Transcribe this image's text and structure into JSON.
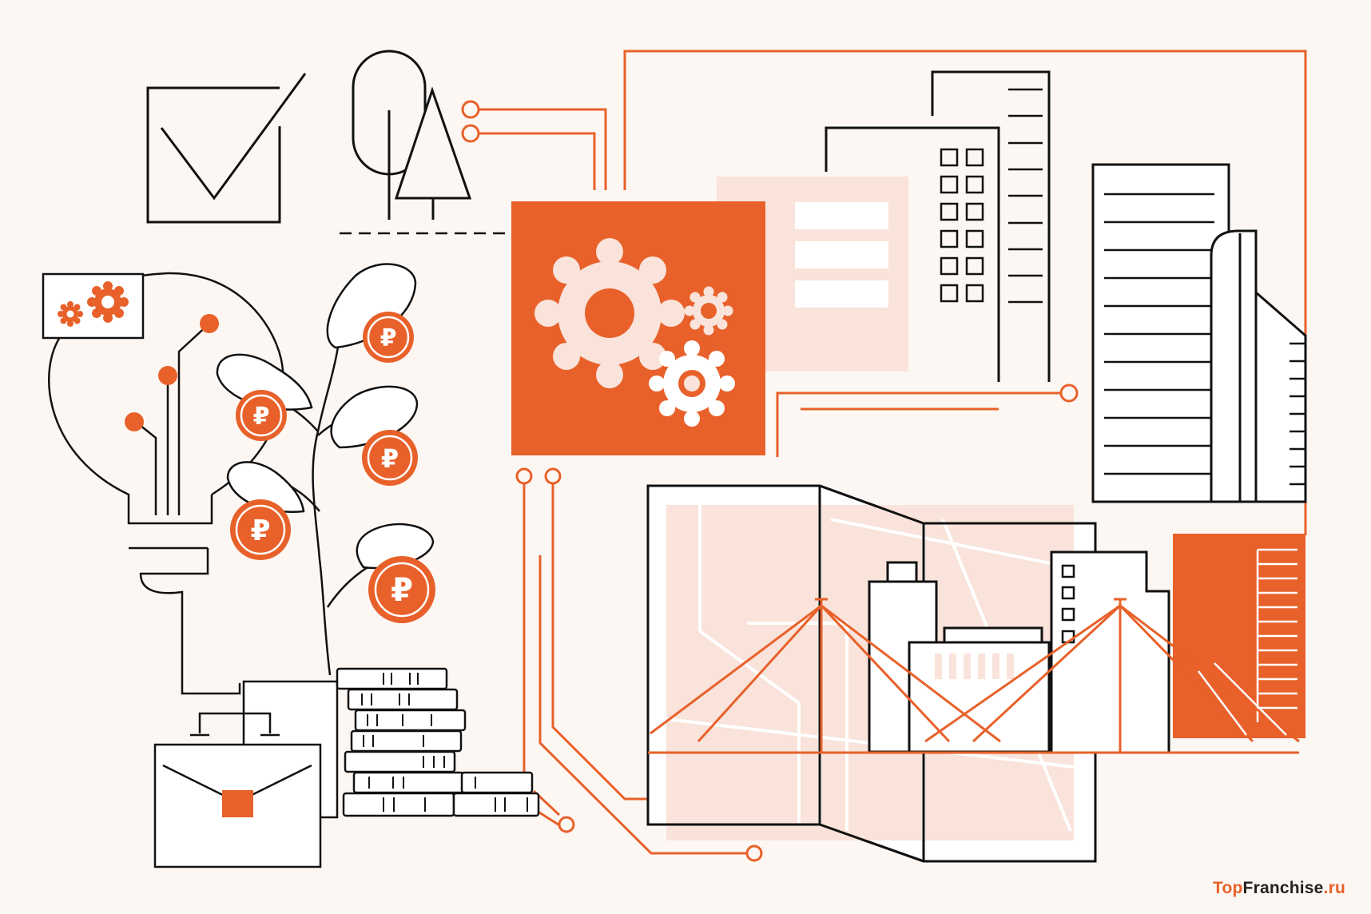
{
  "illustration": {
    "theme": "franchise business illustration",
    "colors": {
      "background": "#fdf7f4",
      "accent": "#e8612a",
      "accent_light": "#f9e3da",
      "line": "#111111"
    },
    "icons": [
      "checkbox-icon",
      "tree-icon",
      "gears-icon",
      "lightbulb-icon",
      "money-plant-icon",
      "ruble-coin-icon",
      "coin-stack-icon",
      "briefcase-icon",
      "office-buildings-icon",
      "city-map-icon",
      "bridge-icon"
    ],
    "coin_symbol": "₽"
  },
  "watermark": {
    "top": "Top",
    "franchise": "Franchise",
    "ru": ".ru"
  }
}
